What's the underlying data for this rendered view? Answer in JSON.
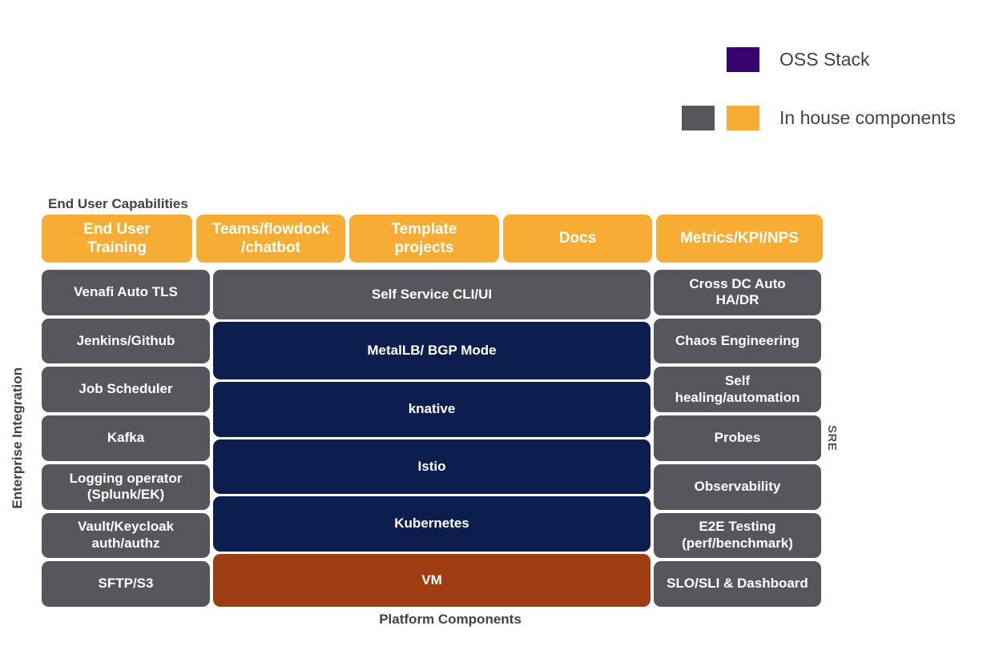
{
  "legend": {
    "oss": {
      "label": "OSS Stack",
      "swatch_color": "#36036F"
    },
    "in_house": {
      "label": "In house components",
      "swatch_colors": [
        "#55575C",
        "#F7AC33"
      ]
    }
  },
  "section_labels": {
    "top": "End User Capabilities",
    "left": "Enterprise Integration",
    "right": "SRE",
    "bottom": "Platform Components"
  },
  "palette": {
    "orange": "#F7AC33",
    "gray": "#55575C",
    "navy": "#0C1E4E",
    "rust": "#9E3D12",
    "purple": "#36036F",
    "heading_text": "#3F4347",
    "box_text": "#FFFFFF"
  },
  "top_row": [
    {
      "label": "End User\nTraining",
      "variant": "orange"
    },
    {
      "label": "Teams/flowdock\n/chatbot",
      "variant": "orange"
    },
    {
      "label": "Template\nprojects",
      "variant": "orange"
    },
    {
      "label": "Docs",
      "variant": "orange"
    },
    {
      "label": "Metrics/KPI/NPS",
      "variant": "orange"
    }
  ],
  "left_column": [
    {
      "label": "Venafi Auto TLS",
      "variant": "gray"
    },
    {
      "label": "Jenkins/Github",
      "variant": "gray"
    },
    {
      "label": "Job Scheduler",
      "variant": "gray"
    },
    {
      "label": "Kafka",
      "variant": "gray"
    },
    {
      "label": "Logging operator\n(Splunk/EK)",
      "variant": "gray"
    },
    {
      "label": "Vault/Keycloak\nauth/authz",
      "variant": "gray"
    },
    {
      "label": "SFTP/S3",
      "variant": "gray"
    }
  ],
  "middle_column": [
    {
      "label": "Self Service CLI/UI",
      "variant": "gray"
    },
    {
      "label": "MetalLB/ BGP Mode",
      "variant": "navy"
    },
    {
      "label": "knative",
      "variant": "navy"
    },
    {
      "label": "Istio",
      "variant": "navy"
    },
    {
      "label": "Kubernetes",
      "variant": "navy"
    },
    {
      "label": "VM",
      "variant": "rust"
    }
  ],
  "right_column": [
    {
      "label": "Cross DC Auto\nHA/DR",
      "variant": "gray"
    },
    {
      "label": "Chaos Engineering",
      "variant": "gray"
    },
    {
      "label": "Self\nhealing/automation",
      "variant": "gray"
    },
    {
      "label": "Probes",
      "variant": "gray"
    },
    {
      "label": "Observability",
      "variant": "gray"
    },
    {
      "label": "E2E Testing\n(perf/benchmark)",
      "variant": "gray"
    },
    {
      "label": "SLO/SLI & Dashboard",
      "variant": "gray"
    }
  ]
}
